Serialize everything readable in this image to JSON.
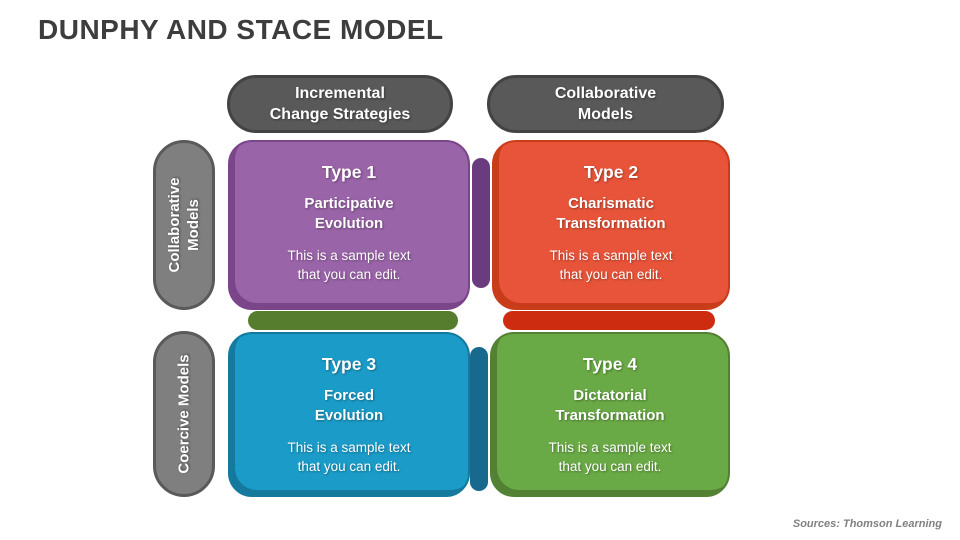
{
  "slide": {
    "title": "DUNPHY AND STACE MODEL",
    "source_note": "Sources: Thomson Learning",
    "background": "#ffffff",
    "title_color": "#3d3d3d"
  },
  "column_headers": [
    {
      "label": "Incremental\nChange Strategies",
      "bg": "#595959",
      "border": "#434343"
    },
    {
      "label": "Collaborative\nModels",
      "bg": "#595959",
      "border": "#434343"
    }
  ],
  "row_headers": [
    {
      "label": "Collaborative\nModels",
      "bg": "#7f7f7f",
      "border": "#5a5a5a"
    },
    {
      "label": "Coercive Models",
      "bg": "#7f7f7f",
      "border": "#5a5a5a"
    }
  ],
  "quadrants": [
    {
      "type_label": "Type 1",
      "name": "Participative\nEvolution",
      "body": "This is a sample text\nthat you can edit.",
      "bg": "#9a64a8",
      "accent": "#7a4589"
    },
    {
      "type_label": "Type 2",
      "name": "Charismatic\nTransformation",
      "body": "This is a sample text\nthat you can edit.",
      "bg": "#e8543a",
      "accent": "#c93c1a"
    },
    {
      "type_label": "Type 3",
      "name": "Forced\nEvolution",
      "body": "This is a sample text\nthat you can edit.",
      "bg": "#1b9cc8",
      "accent": "#15799e"
    },
    {
      "type_label": "Type 4",
      "name": "Dictatorial\nTransformation",
      "body": "This is a sample text\nthat you can edit.",
      "bg": "#6aaa46",
      "accent": "#538134"
    }
  ],
  "connectors": [
    {
      "id": "top-row-link",
      "color": "#6a3b7e"
    },
    {
      "id": "left-column-link",
      "color": "#567d2e"
    },
    {
      "id": "right-column-link",
      "color": "#cd2c10"
    },
    {
      "id": "bottom-row-link",
      "color": "#17698e"
    }
  ]
}
